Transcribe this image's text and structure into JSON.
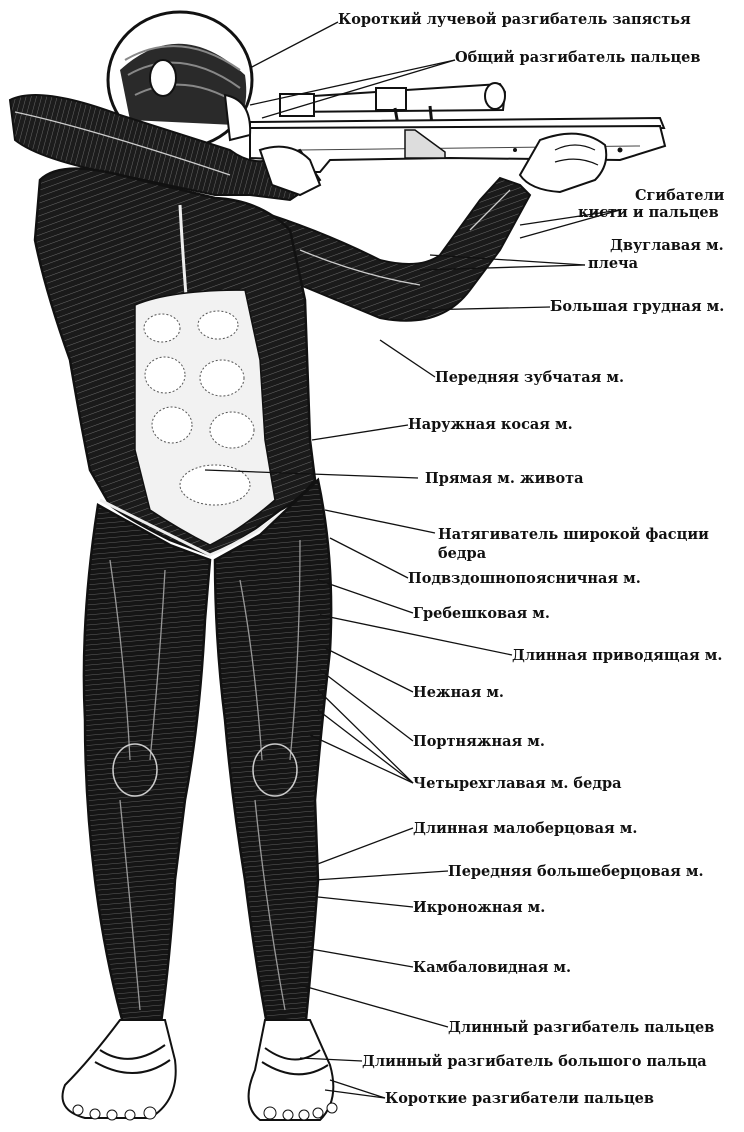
{
  "labels": {
    "ext_carpi_radialis_brevis": "Короткий лучевой разгибатель запястья",
    "ext_digitorum": "Общий разгибатель пальцев",
    "flexors_1": "Сгибатели",
    "flexors_2": "кисти и пальцев",
    "biceps_1": "Двуглавая м.",
    "biceps_2": "плеча",
    "pectoralis": "Большая грудная м.",
    "serratus": "Передняя зубчатая м.",
    "ext_oblique": "Наружная косая м.",
    "rectus_abd": "Прямая м. живота",
    "tensor_1": "Натягиватель широкой фасции",
    "tensor_2": "бедра",
    "iliopsoas": "Подвздошнопоясничная м.",
    "pectineus": "Гребешковая м.",
    "adductor_longus": "Длинная приводящая м.",
    "gracilis": "Нежная м.",
    "sartorius": "Портняжная м.",
    "quadriceps": "Четырехглавая м. бедра",
    "peroneus_longus": "Длинная малоберцовая м.",
    "tibialis_ant": "Передняя большеберцовая м.",
    "gastrocnemius": "Икроножная м.",
    "soleus": "Камбаловидная м.",
    "ext_dig_longus": "Длинный разгибатель пальцев",
    "ext_hallucis_longus": "Длинный разгибатель большого пальца",
    "ext_dig_brevis": "Короткие разгибатели пальцев"
  }
}
